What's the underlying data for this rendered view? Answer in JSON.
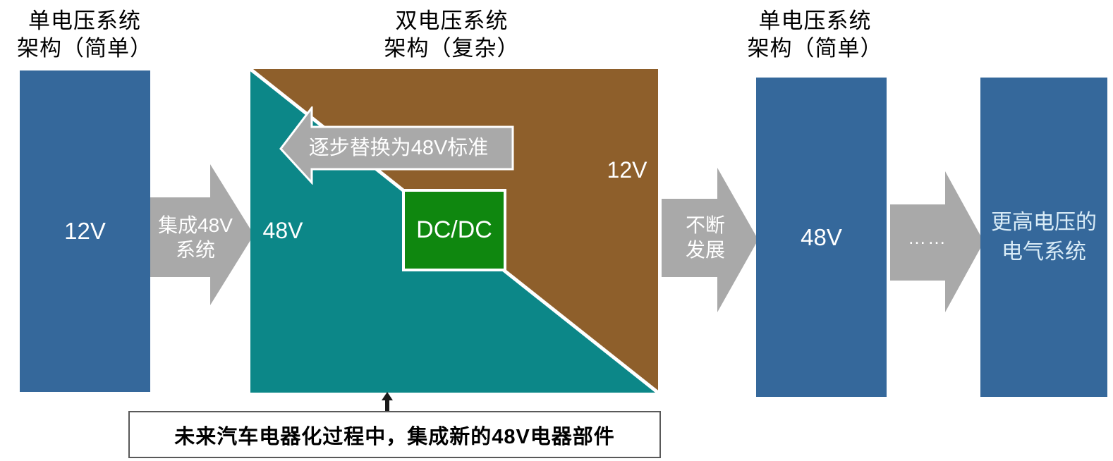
{
  "titles": {
    "left": {
      "line1": "单电压系统",
      "line2": "架构（简单）"
    },
    "middle": {
      "line1": "双电压系统",
      "line2": "架构（复杂）"
    },
    "right": {
      "line1": "单电压系统",
      "line2": "架构（简单）"
    }
  },
  "left_box": {
    "label": "12V"
  },
  "integrate_arrow": {
    "line1": "集成48V",
    "line2": "系统"
  },
  "dual_system": {
    "teal_label": "48V",
    "brown_label": "12V",
    "dcdc_label": "DC/DC",
    "replace_arrow_label": "逐步替换为48V标准"
  },
  "develop_arrow": {
    "line1": "不断",
    "line2": "发展"
  },
  "mid_box": {
    "label": "48V"
  },
  "dots_arrow": {
    "label": "……"
  },
  "future_box": {
    "line1": "更高电压的",
    "line2": "电气系统"
  },
  "footnote": {
    "label": "未来汽车电器化过程中，集成新的48V电器部件"
  },
  "colors": {
    "blue": "#35689B",
    "teal": "#0C8788",
    "brown": "#8E5F2B",
    "green": "#0F870F",
    "gray": "#A9A9A9",
    "future_text": "#D9ECF7"
  }
}
